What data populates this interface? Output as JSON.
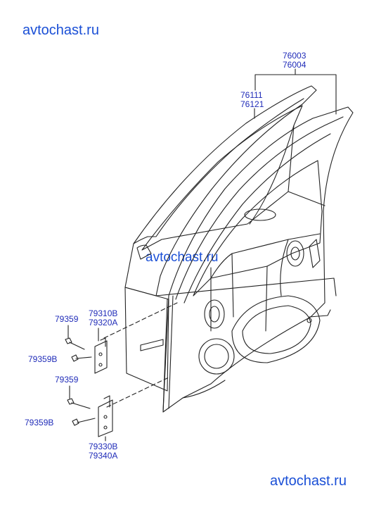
{
  "watermarks": {
    "top_left": "avtochast.ru",
    "center": "avtochast.ru",
    "bottom_right": "avtochast.ru"
  },
  "labels": {
    "door_assy_lh": "76003",
    "door_assy_rh": "76004",
    "seal_lh": "76111",
    "seal_rh": "76121",
    "upper_hinge_lh": "79310B",
    "upper_hinge_rh": "79320A",
    "upper_bolt": "79359",
    "upper_bolt_b": "79359B",
    "lower_bolt": "79359",
    "lower_bolt_b": "79359B",
    "lower_hinge_lh": "79330B",
    "lower_hinge_rh": "79340A"
  },
  "colors": {
    "label": "#1f2bb8",
    "watermark": "#1a4fd6",
    "line": "#222222"
  }
}
